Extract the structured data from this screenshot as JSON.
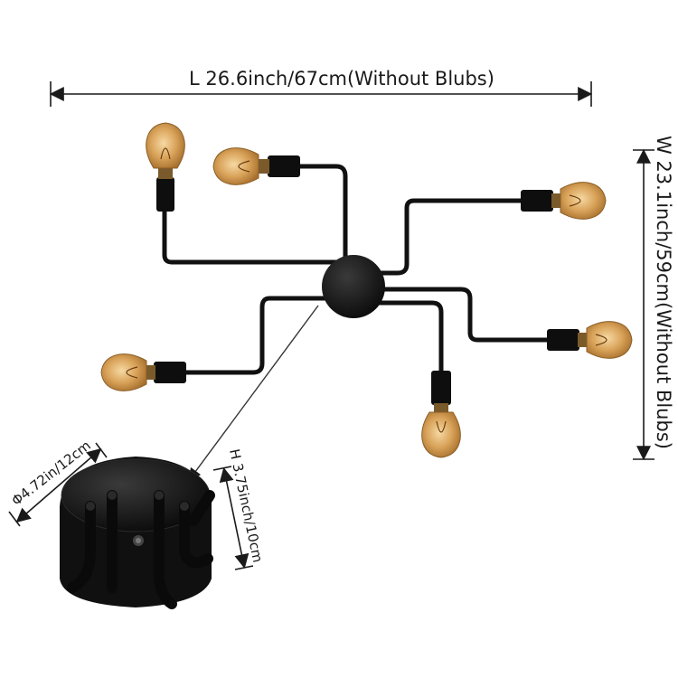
{
  "dimensions": {
    "length": "L 26.6inch/67cm(Without Blubs)",
    "width": "W 23.1inch/59cm(Without Blubs)",
    "diameter": "Φ4.72in/12cm",
    "height": "H 3.75inch/10cm"
  },
  "colors": {
    "fixture": "#111111",
    "bulb_glass": "#d9a35a",
    "bulb_glow": "#f1c98a",
    "background": "#ffffff"
  },
  "fixture": {
    "name": "six-arm-ceiling-light",
    "bulb_count": 6,
    "canopy_detail": "ceiling-canopy-closeup"
  }
}
